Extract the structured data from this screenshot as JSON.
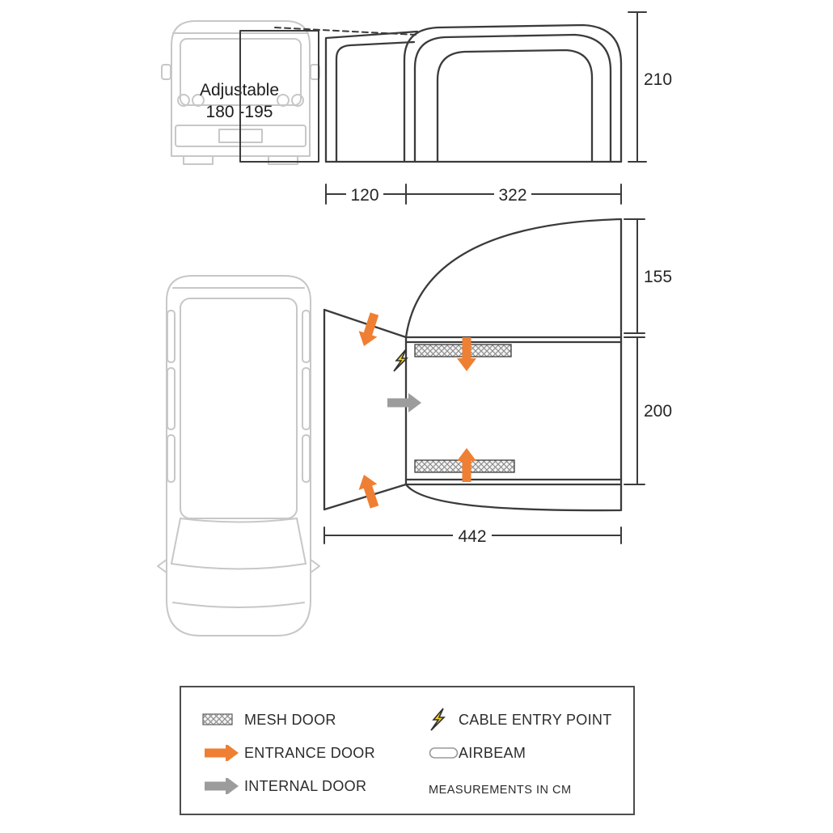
{
  "colors": {
    "outline": "#3b3b3b",
    "van_gray": "#c7c7c7",
    "entrance_orange": "#ef7f33",
    "internal_gray": "#9c9c9c",
    "cable_yellow": "#f6d41f"
  },
  "van_front": {
    "label_line1": "Adjustable",
    "label_line2": "180 -195"
  },
  "dimensions": {
    "awning_height": "210",
    "tunnel_length": "120",
    "awning_length": "322",
    "front_depth": "155",
    "main_depth": "200",
    "total_length": "442"
  },
  "legend": {
    "mesh_door": "MESH DOOR",
    "entrance_door": "ENTRANCE DOOR",
    "internal_door": "INTERNAL DOOR",
    "cable_entry_point": "CABLE ENTRY POINT",
    "airbeam": "AIRBEAM",
    "measurements_note": "MEASUREMENTS IN CM"
  },
  "icons": {
    "mesh_door": "mesh-crosshatch-swatch",
    "entrance_door": "orange-arrow-right",
    "internal_door": "gray-arrow-right",
    "cable_entry_point": "lightning-bolt",
    "airbeam": "oval-outline"
  }
}
